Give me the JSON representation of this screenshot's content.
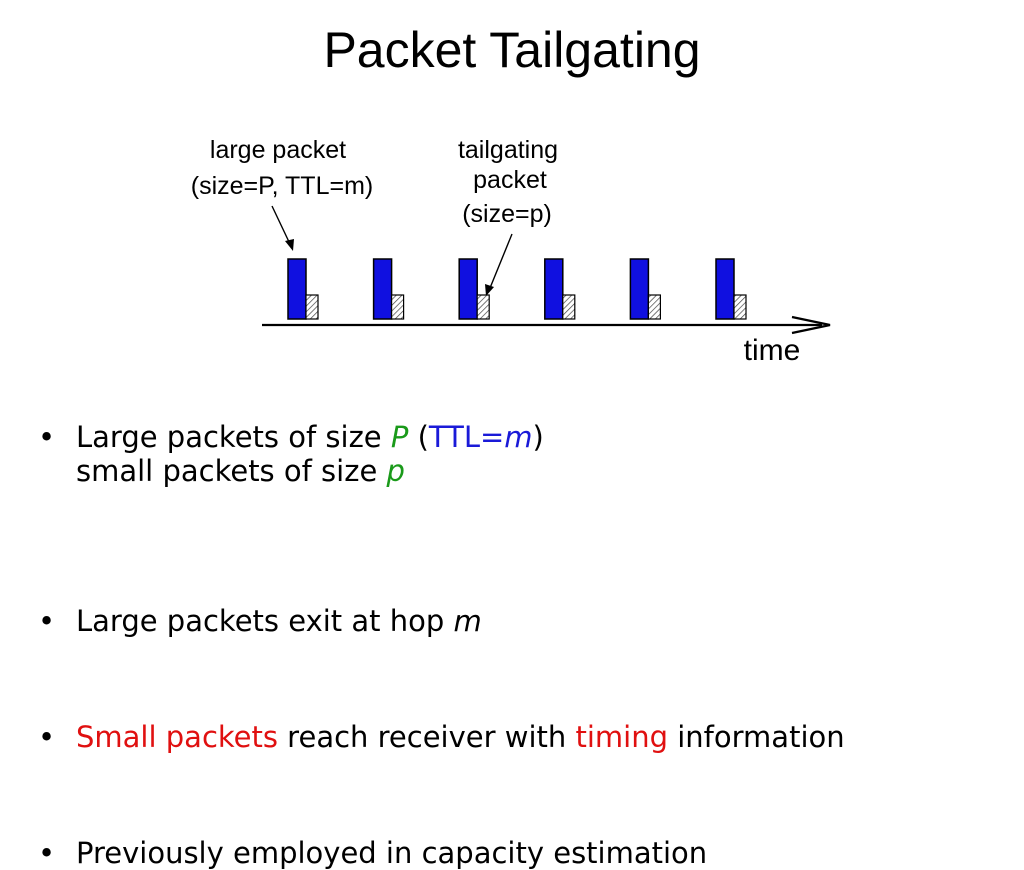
{
  "slide": {
    "title": "Packet Tailgating"
  },
  "diagram": {
    "large_label_line1": "large packet",
    "large_label_line2": "(size=P, TTL=m)",
    "tail_label_line1": "tailgating",
    "tail_label_line2": "packet",
    "tail_label_line3": "(size=p)",
    "axis_label": "time",
    "packet_pairs": 6,
    "colors": {
      "large_packet": "#1010e0",
      "tailgating_packet": "#cccccc"
    }
  },
  "bullets": [
    {
      "line1_a": "Large packets of size ",
      "line1_P": "P",
      "line1_b": " (",
      "line1_ttl": "TTL=",
      "line1_m": "m",
      "line1_c": ")",
      "line2_a": "small packets of size ",
      "line2_p": "p"
    },
    {
      "text": "Large packets exit at hop ",
      "m": "m"
    },
    {
      "red1": "Small packets",
      "mid": " reach receiver with ",
      "red2": "timing",
      "end": " information"
    },
    {
      "text": "Previously employed in capacity estimation"
    }
  ],
  "bullet_glyph": "•",
  "colors": {
    "green": "#1a9a1a",
    "blue": "#1a1ad8",
    "red": "#e01010"
  }
}
